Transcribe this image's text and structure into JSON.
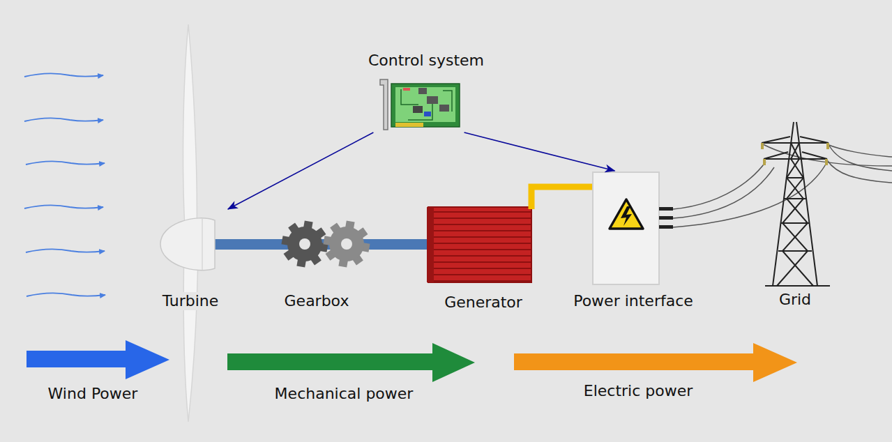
{
  "diagram": {
    "nodes": [
      {
        "text": [
          "Control system"
        ]
      },
      {
        "text": [
          "Turbine"
        ]
      },
      {
        "text": [
          "Gearbox"
        ]
      },
      {
        "text": [
          "Generator"
        ]
      },
      {
        "text": [
          "Power interface"
        ]
      },
      {
        "text": [
          "Grid"
        ]
      }
    ],
    "edges": [
      {
        "from": 0,
        "to": 1,
        "arrow": "to"
      },
      {
        "from": 0,
        "to": 4,
        "arrow": "to"
      }
    ],
    "labels": [
      "Wind Power",
      "Mechanical power",
      "Electric power"
    ]
  }
}
